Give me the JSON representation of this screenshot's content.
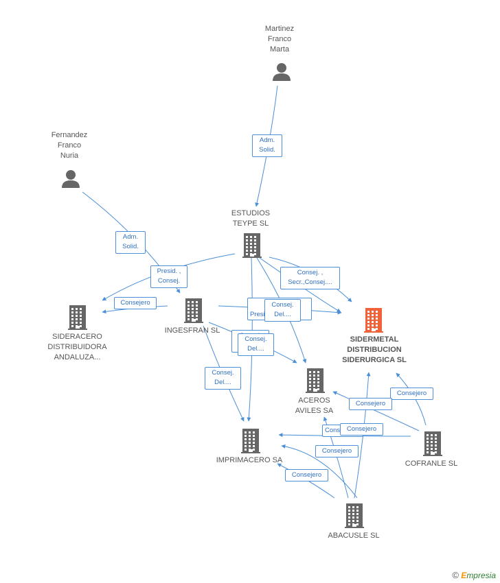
{
  "nodes": {
    "martinez": {
      "label": "Martinez\nFranco\nMarta",
      "icon": "person-icon"
    },
    "fernandez": {
      "label": "Fernandez\nFranco\nNuria",
      "icon": "person-icon"
    },
    "estudios": {
      "label": "ESTUDIOS\nTEYPE SL",
      "icon": "building-icon"
    },
    "sideracero": {
      "label": "SIDERACERO\nDISTRIBUIDORA\nANDALUZA...",
      "icon": "building-icon"
    },
    "ingesfran": {
      "label": "INGESFRAN SL",
      "icon": "building-icon"
    },
    "sidermetal": {
      "label": "SIDERMETAL\nDISTRIBUCION\nSIDERURGICA SL",
      "icon": "building-icon",
      "color": "#f0633a"
    },
    "aceros": {
      "label": "ACEROS\nAVILES SA",
      "icon": "building-icon"
    },
    "imprimacero": {
      "label": "IMPRIMACERO SA",
      "icon": "building-icon"
    },
    "cofranle": {
      "label": "COFRANLE SL",
      "icon": "building-icon"
    },
    "abacusle": {
      "label": "ABACUSLE SL",
      "icon": "building-icon"
    }
  },
  "edge_labels": {
    "martinez_estudios": "Adm.\nSolid.",
    "fernandez_ingesfran": "Adm.\nSolid.",
    "estudios_sideracero": "Presid. ,\nConsej.",
    "ingesfran_sideracero": "Consejero",
    "estudios_sidermetal": "Consej. ,\nSecr.,Consej....",
    "ingesfran_sidermetal_back": "Presi",
    "ingesfran_sidermetal": "Consej.\nDel....",
    "ingesfran_aceros_back": "Consej.",
    "ingesfran_aceros": "Consej.\nDel....",
    "ingesfran_imprimacero": "Consej.\nDel....",
    "cofranle_sidermetal": "Consejero",
    "cofranle_aceros": "Consejero",
    "cofranle_imprimacero_back": "Conse",
    "cofranle_imprimacero": "Consejero",
    "abacusle_aceros": "Consejero",
    "abacusle_imprimacero": "Consejero"
  },
  "colors": {
    "edge": "#4a8fd8",
    "node": "#666666",
    "focus": "#f0633a"
  },
  "footer": {
    "copyright": "©",
    "brand_first": "E",
    "brand_rest": "mpresia"
  }
}
